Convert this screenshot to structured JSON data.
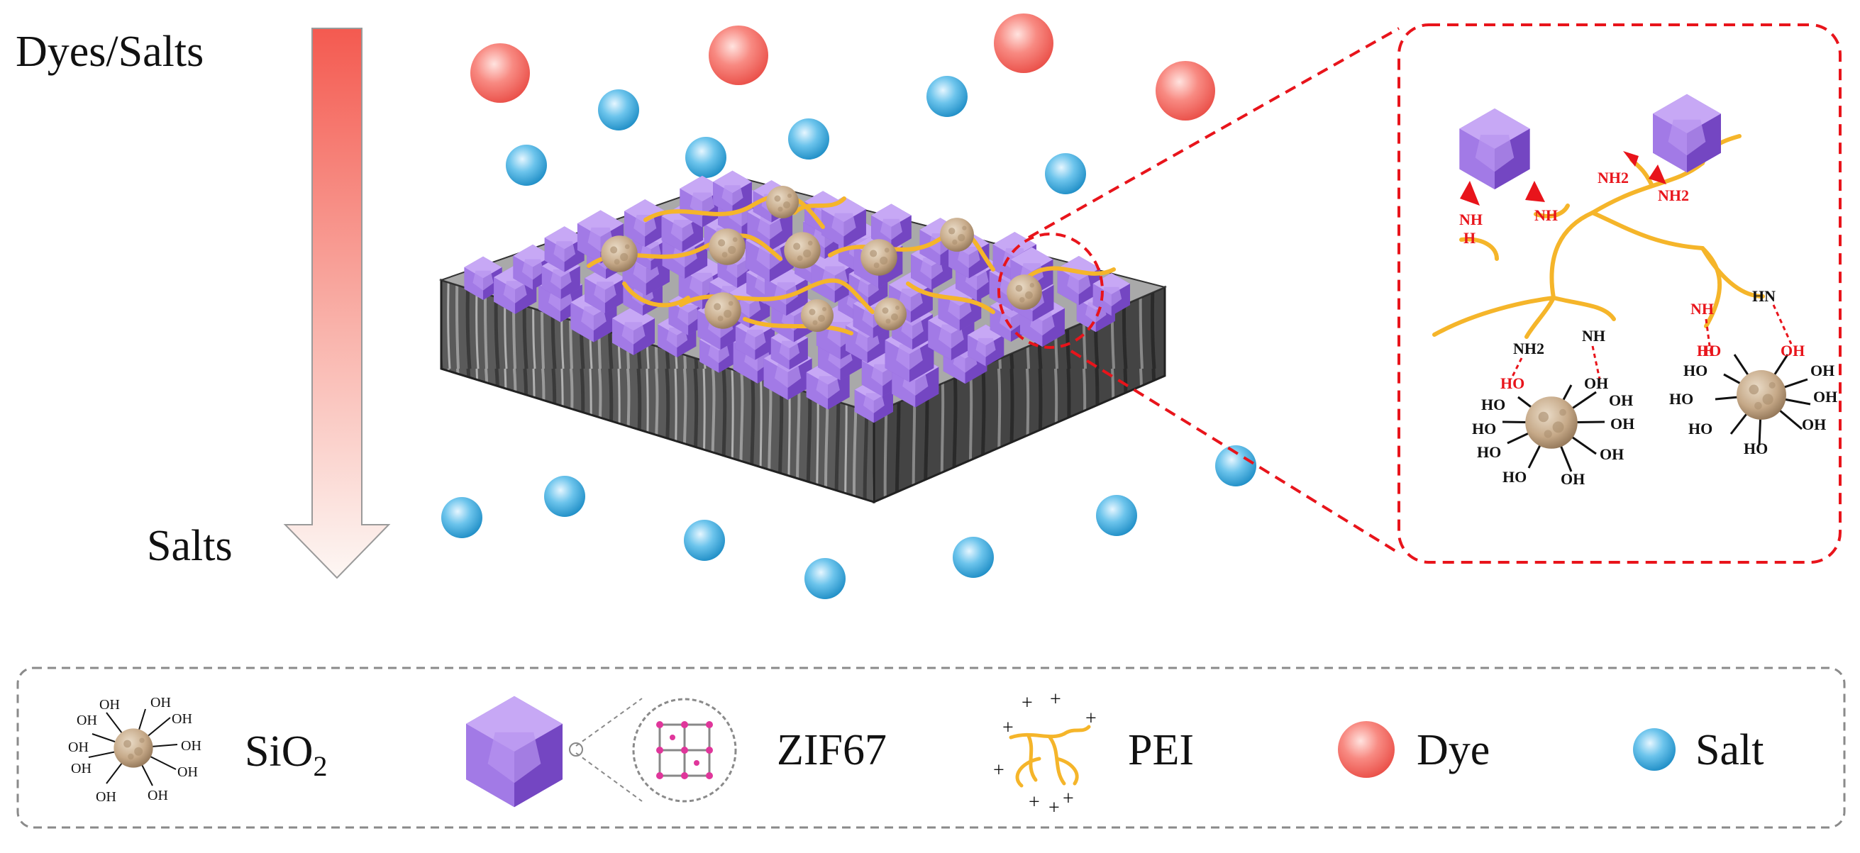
{
  "arrow": {
    "top_label": "Dyes/Salts",
    "bottom_label": "Salts",
    "gradient_top": "#f45a50",
    "gradient_bottom": "#fdf4f1"
  },
  "colors": {
    "dye": "#f3615a",
    "salt": "#2fa4d9",
    "zif67": "#9b66e0",
    "pei": "#f5b52a",
    "sio2": "#c2a584",
    "membrane": "#4a4a4a",
    "highlight": "#e8141b"
  },
  "zoom": {
    "labels": {
      "nh_a": "NH",
      "nh_b": "NH",
      "nh2_top": "NH2",
      "nh2_right": "NH2",
      "hn": "HN",
      "nh_mid": "NH",
      "nh2_low": "NH2",
      "nh_low": "NH"
    },
    "hydroxyl": "HO",
    "hydroxyl_right": "OH",
    "hydrogen": "H",
    "nitrogen": "N"
  },
  "legend": {
    "items": [
      {
        "id": "sio2",
        "label": "SiO",
        "subscript": "2",
        "icon": "sio2-particle-icon"
      },
      {
        "id": "zif67",
        "label": "ZIF67",
        "icon": "zif67-crystal-icon"
      },
      {
        "id": "pei",
        "label": "PEI",
        "icon": "pei-polymer-icon"
      },
      {
        "id": "dye",
        "label": "Dye",
        "icon": "dye-sphere-icon"
      },
      {
        "id": "salt",
        "label": "Salt",
        "icon": "salt-sphere-icon"
      }
    ],
    "sio2_oh": "OH",
    "pei_charge": "+"
  }
}
